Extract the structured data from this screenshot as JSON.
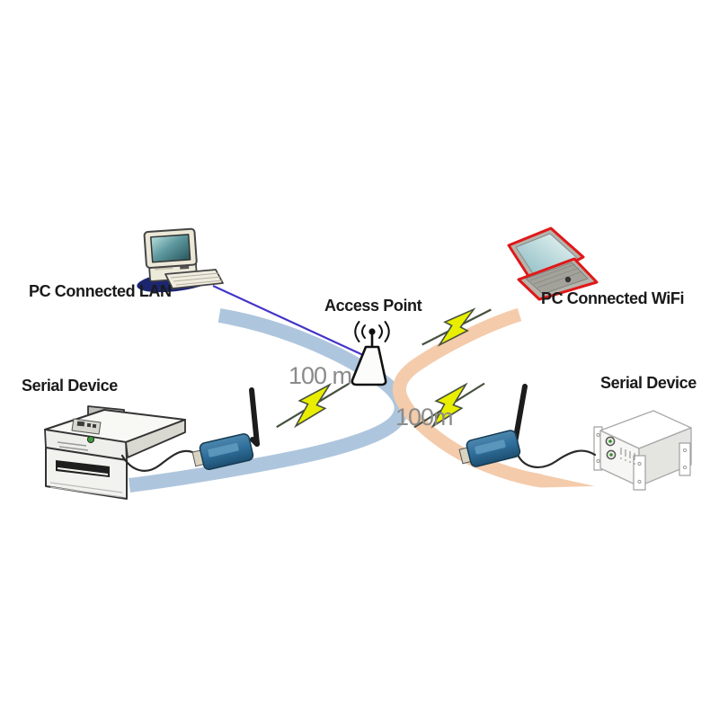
{
  "diagram": {
    "labels": {
      "pc_lan": "PC Connected LAN",
      "access_point": "Access Point",
      "pc_wifi": "PC Connected WiFi",
      "serial_device_left": "Serial Device",
      "serial_device_right": "Serial Device"
    },
    "ranges": {
      "left": "100 m",
      "right": "100m"
    },
    "nodes": [
      {
        "id": "pc-lan",
        "label": "PC Connected LAN",
        "icon": "desktop-pc-icon"
      },
      {
        "id": "access-point",
        "label": "Access Point",
        "icon": "antenna-icon"
      },
      {
        "id": "pc-wifi",
        "label": "PC Connected WiFi",
        "icon": "laptop-icon"
      },
      {
        "id": "serial-device-left",
        "label": "Serial Device",
        "icon": "printer-icon"
      },
      {
        "id": "serial-device-right",
        "label": "Serial Device",
        "icon": "rack-device-icon"
      }
    ],
    "links": [
      {
        "from": "pc-lan",
        "to": "access-point",
        "type": "wired-lan"
      },
      {
        "from": "serial-adapter-left",
        "to": "access-point",
        "type": "wireless",
        "distance": "100 m"
      },
      {
        "from": "serial-adapter-right",
        "to": "access-point",
        "type": "wireless",
        "distance": "100m"
      },
      {
        "from": "pc-wifi",
        "to": "access-point",
        "type": "wireless"
      }
    ],
    "colors": {
      "background": "#ffffff",
      "label_text": "#1a1a1a",
      "range_text": "#8b8b8b",
      "lan_line": "#4334c8",
      "swoosh_left": "#aec6dd",
      "swoosh_right": "#f4cbab",
      "bolt_fill": "#e9ee00",
      "bolt_outline": "#45503f",
      "adapter_blue": "#2f6e9b",
      "laptop_outline": "#e01818",
      "status_green": "#3a9a3a"
    }
  }
}
